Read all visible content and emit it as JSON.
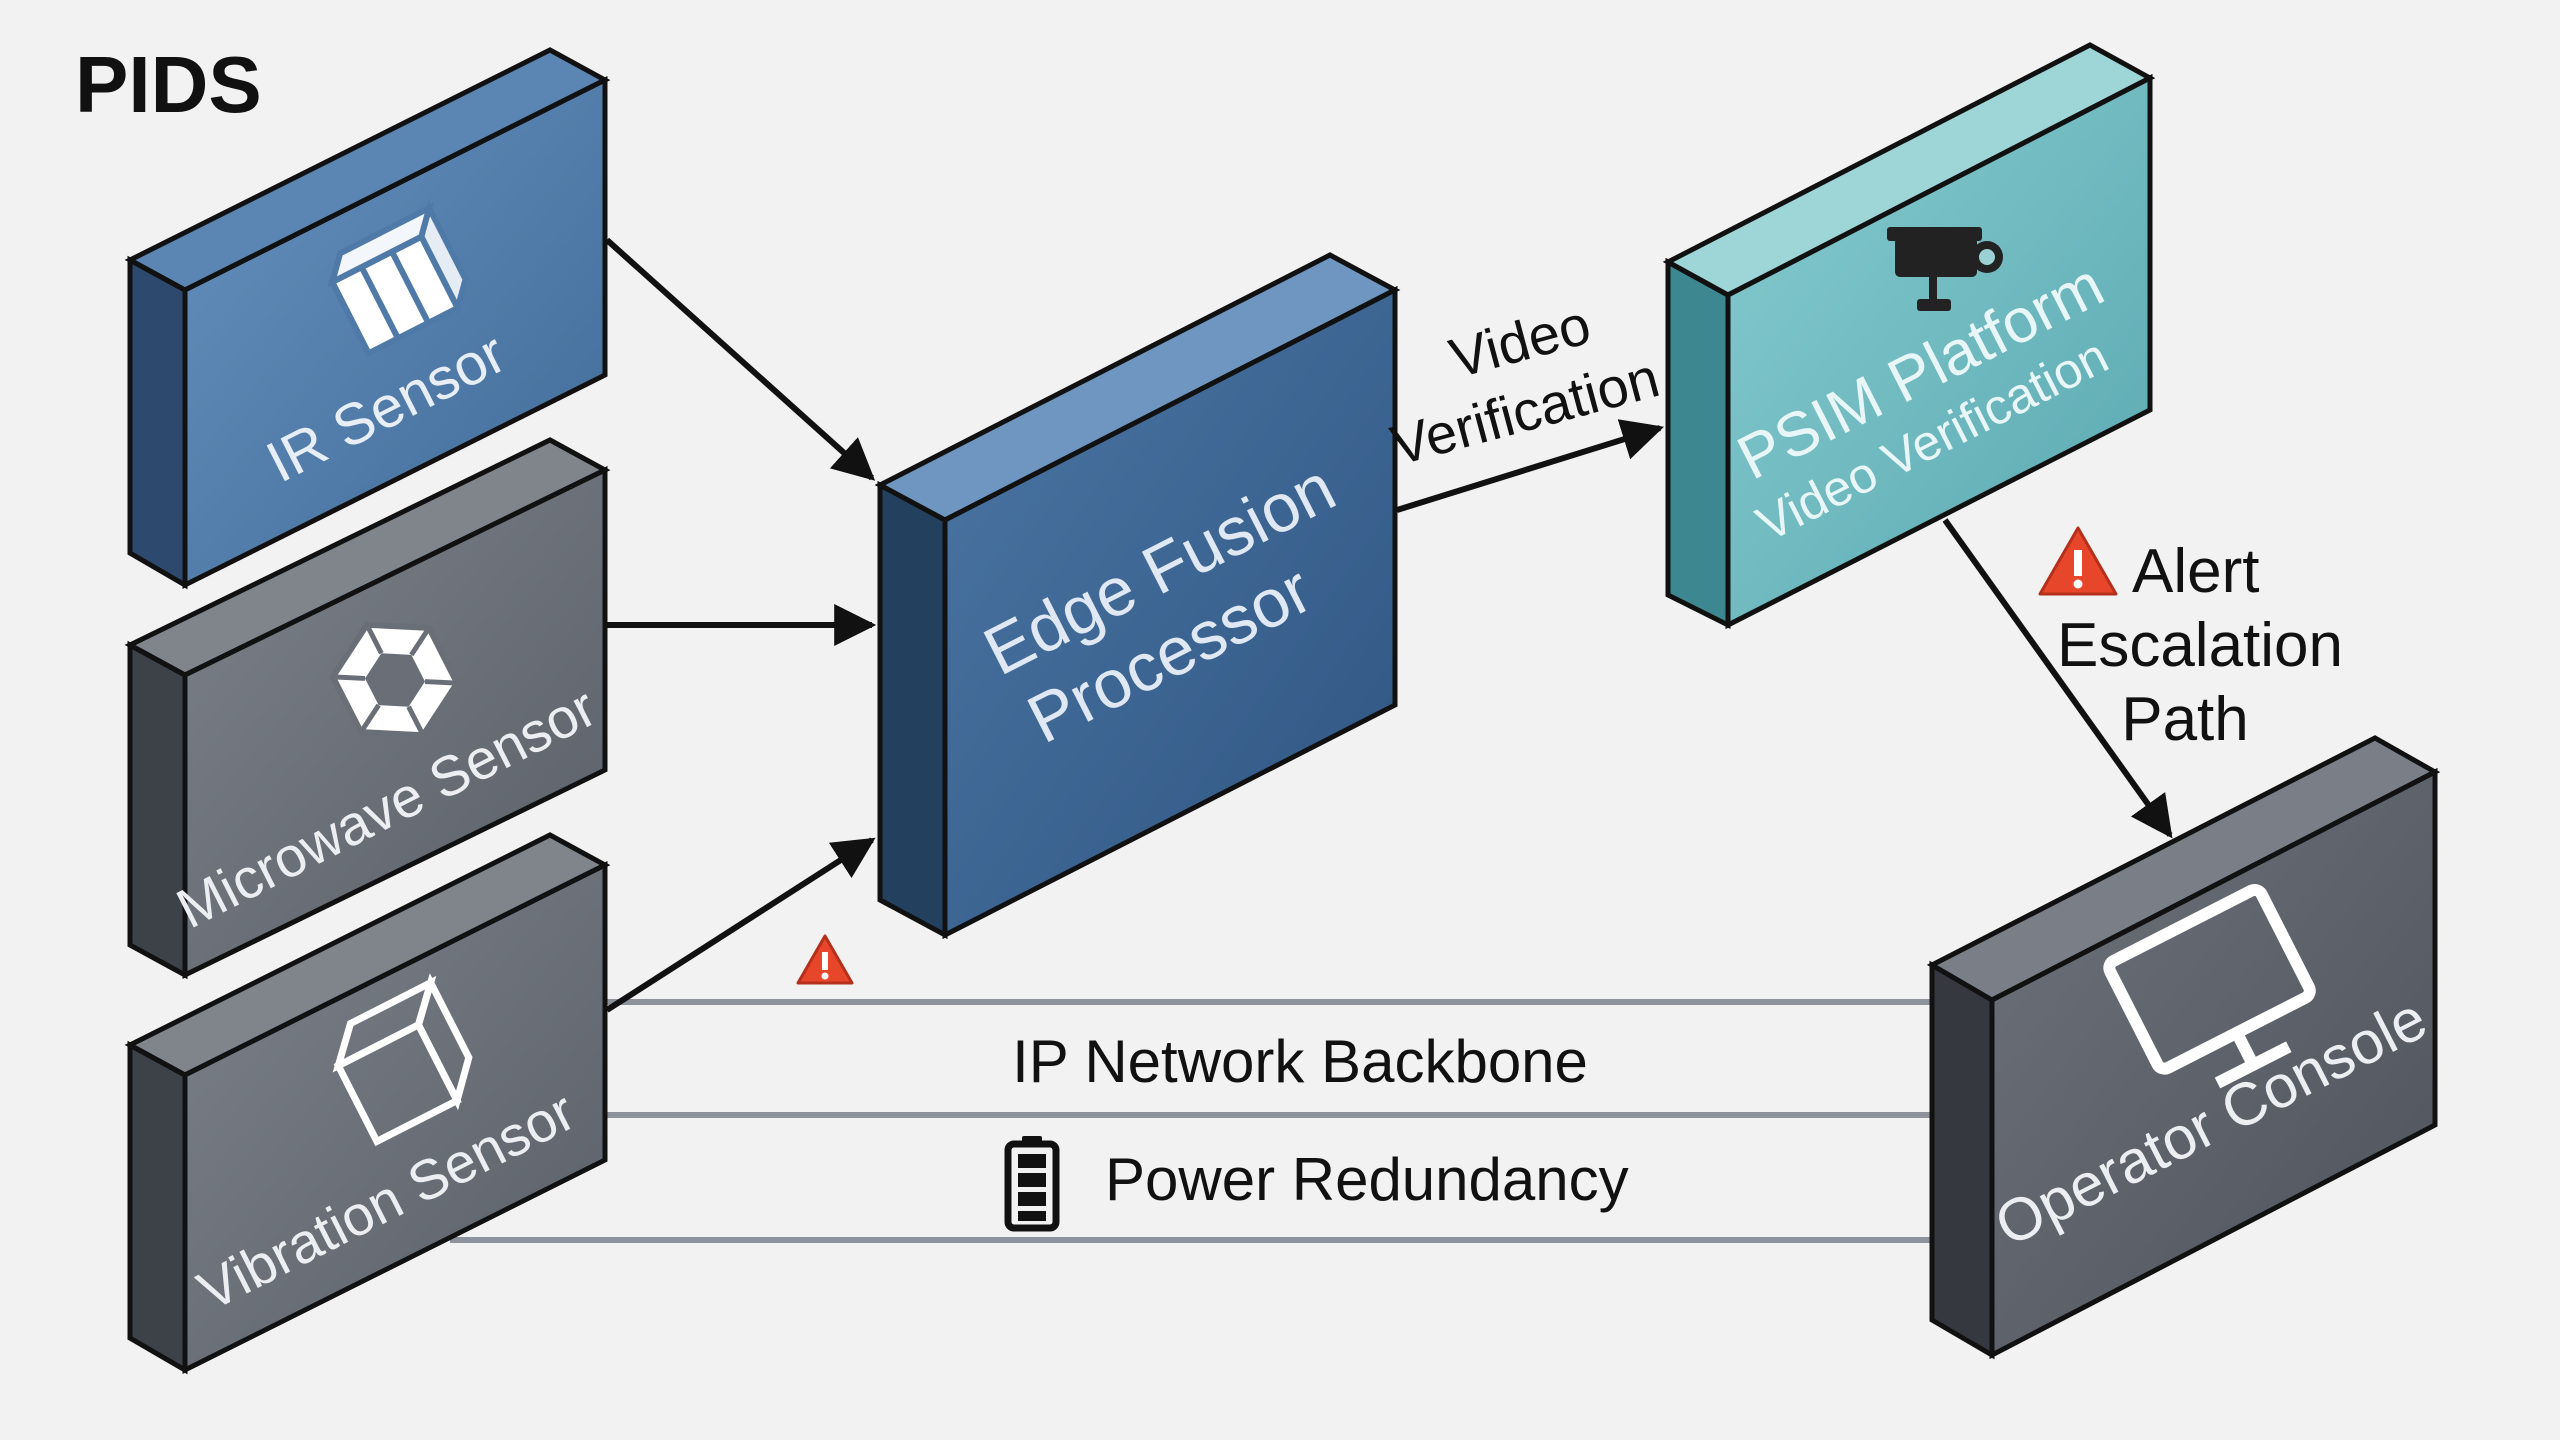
{
  "title": "PIDS",
  "nodes": {
    "ir": {
      "label": "IR Sensor",
      "icon": "ir-sensor-icon"
    },
    "microwave": {
      "label": "Microwave Sensor",
      "icon": "microwave-sensor-icon"
    },
    "vibration": {
      "label": "Vibration Sensor",
      "icon": "vibration-sensor-icon"
    },
    "edge": {
      "label_line1": "Edge Fusion",
      "label_line2": "Processor"
    },
    "psim": {
      "label_line1": "PSIM Platform",
      "label_line2": "Video Verification",
      "icon": "camera-icon"
    },
    "console": {
      "label": "Operator Console",
      "icon": "monitor-icon"
    }
  },
  "edges": {
    "video": {
      "line1": "Video",
      "line2": "Verification"
    },
    "alert": {
      "line1": "Alert",
      "line2": "Escalation",
      "line3": "Path",
      "icon": "warning-icon"
    }
  },
  "buses": {
    "network": {
      "label": "IP Network Backbone",
      "icon": "warning-icon"
    },
    "power": {
      "label": "Power Redundancy",
      "icon": "battery-icon"
    }
  },
  "colors": {
    "ir_front": "#4f7aa8",
    "sensor_front": "#6a6f77",
    "edge_front": "#3c638f",
    "psim_front": "#72bcc2",
    "console_front": "#5f636b",
    "warning": "#e8462a",
    "arrow": "#111111"
  }
}
